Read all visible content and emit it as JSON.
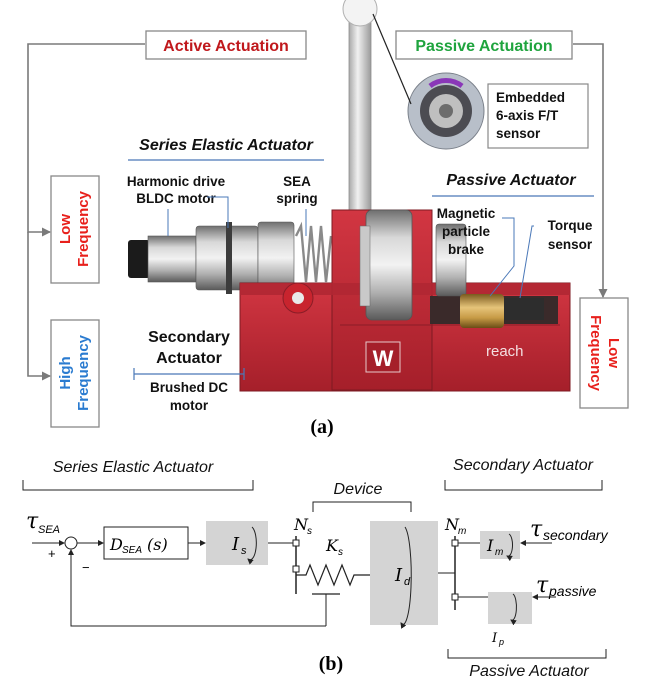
{
  "panel_a": {
    "active_actuation": "Active Actuation",
    "passive_actuation": "Passive Actuation",
    "sensor_line1": "Embedded",
    "sensor_line2": "6-axis F/T",
    "sensor_line3": "sensor",
    "sea_title": "Series Elastic Actuator",
    "harmonic_line1": "Harmonic drive",
    "harmonic_line2": "BLDC motor",
    "sea_spring_line1": "SEA",
    "sea_spring_line2": "spring",
    "passive_actuator_title": "Passive Actuator",
    "brake_line1": "Magnetic",
    "brake_line2": "particle",
    "brake_line3": "brake",
    "torque_line1": "Torque",
    "torque_line2": "sensor",
    "secondary_line1": "Secondary",
    "secondary_line2": "Actuator",
    "brushed_line1": "Brushed DC",
    "brushed_line2": "motor",
    "low_freq_left_1": "Low",
    "low_freq_left_2": "Frequency",
    "high_freq_1": "High",
    "high_freq_2": "Frequency",
    "low_freq_right_1": "Low",
    "low_freq_right_2": "Frequency",
    "caption": "(a)",
    "logo_text": "reach"
  },
  "panel_b": {
    "sea_title": "Series Elastic Actuator",
    "device_title": "Device",
    "secondary_title": "Secondary Actuator",
    "passive_title": "Passive Actuator",
    "tau": "τ",
    "tau_sea_sub": "SEA",
    "plus": "+",
    "minus": "−",
    "d": "D",
    "d_sub": "SEA",
    "d_arg": "(s)",
    "i": "I",
    "i_s_sub": "s",
    "n": "N",
    "n_s_sub": "s",
    "k": "K",
    "k_s_sub": "s",
    "i_d_sub": "d",
    "n_m_sub": "m",
    "i_m_sub": "m",
    "i_p_sub": "p",
    "tau_secondary_sub": "secondary",
    "tau_passive_sub": "passive",
    "caption": "(b)"
  },
  "colors": {
    "active": "#c0181c",
    "passive": "#1fa43e",
    "high_freq": "#2a7bd0",
    "low_freq": "#e8201c",
    "frame_red": "#c22a34",
    "block_gray": "#d4d4d4",
    "bracket_blue": "#4a78b8"
  }
}
